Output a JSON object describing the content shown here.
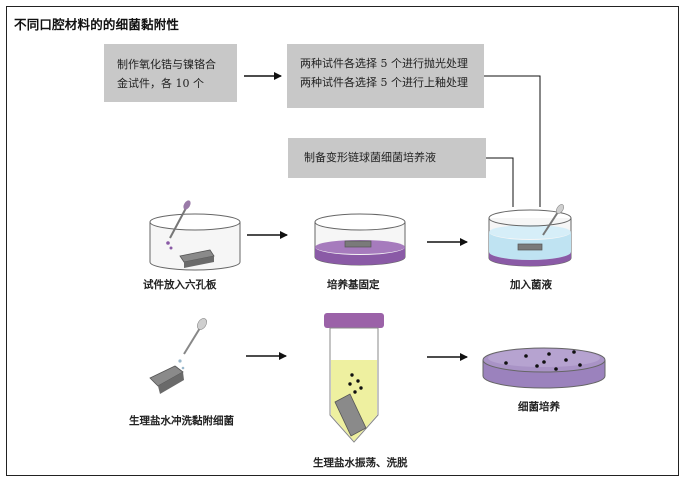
{
  "title": "不同口腔材料的的细菌黏附性",
  "boxes": {
    "prep_specimens": [
      "制作氧化锆与镍铬合",
      "金试件，各 10 个"
    ],
    "treatment": [
      "两种试件各选择 5 个进行抛光处理",
      "两种试件各选择 5 个进行上釉处理"
    ],
    "bacteria_prep": "制备变形链球菌细菌培养液"
  },
  "steps": {
    "step1": "试件放入六孔板",
    "step2": "培养基固定",
    "step3": "加入菌液",
    "step4": "生理盐水冲洗黏附细菌",
    "step5": "生理盐水振荡、洗脱",
    "step6": "细菌培养"
  },
  "colors": {
    "box_fill": "#c8c8c8",
    "medium_purple": "#8a5aa6",
    "liquid_blue": "#bfe3f2",
    "tube_yellow": "#eef0a0",
    "cap_purple": "#9b62a8",
    "dish_purple": "#a993c6",
    "specimen_gray": "#7a7a7a"
  }
}
